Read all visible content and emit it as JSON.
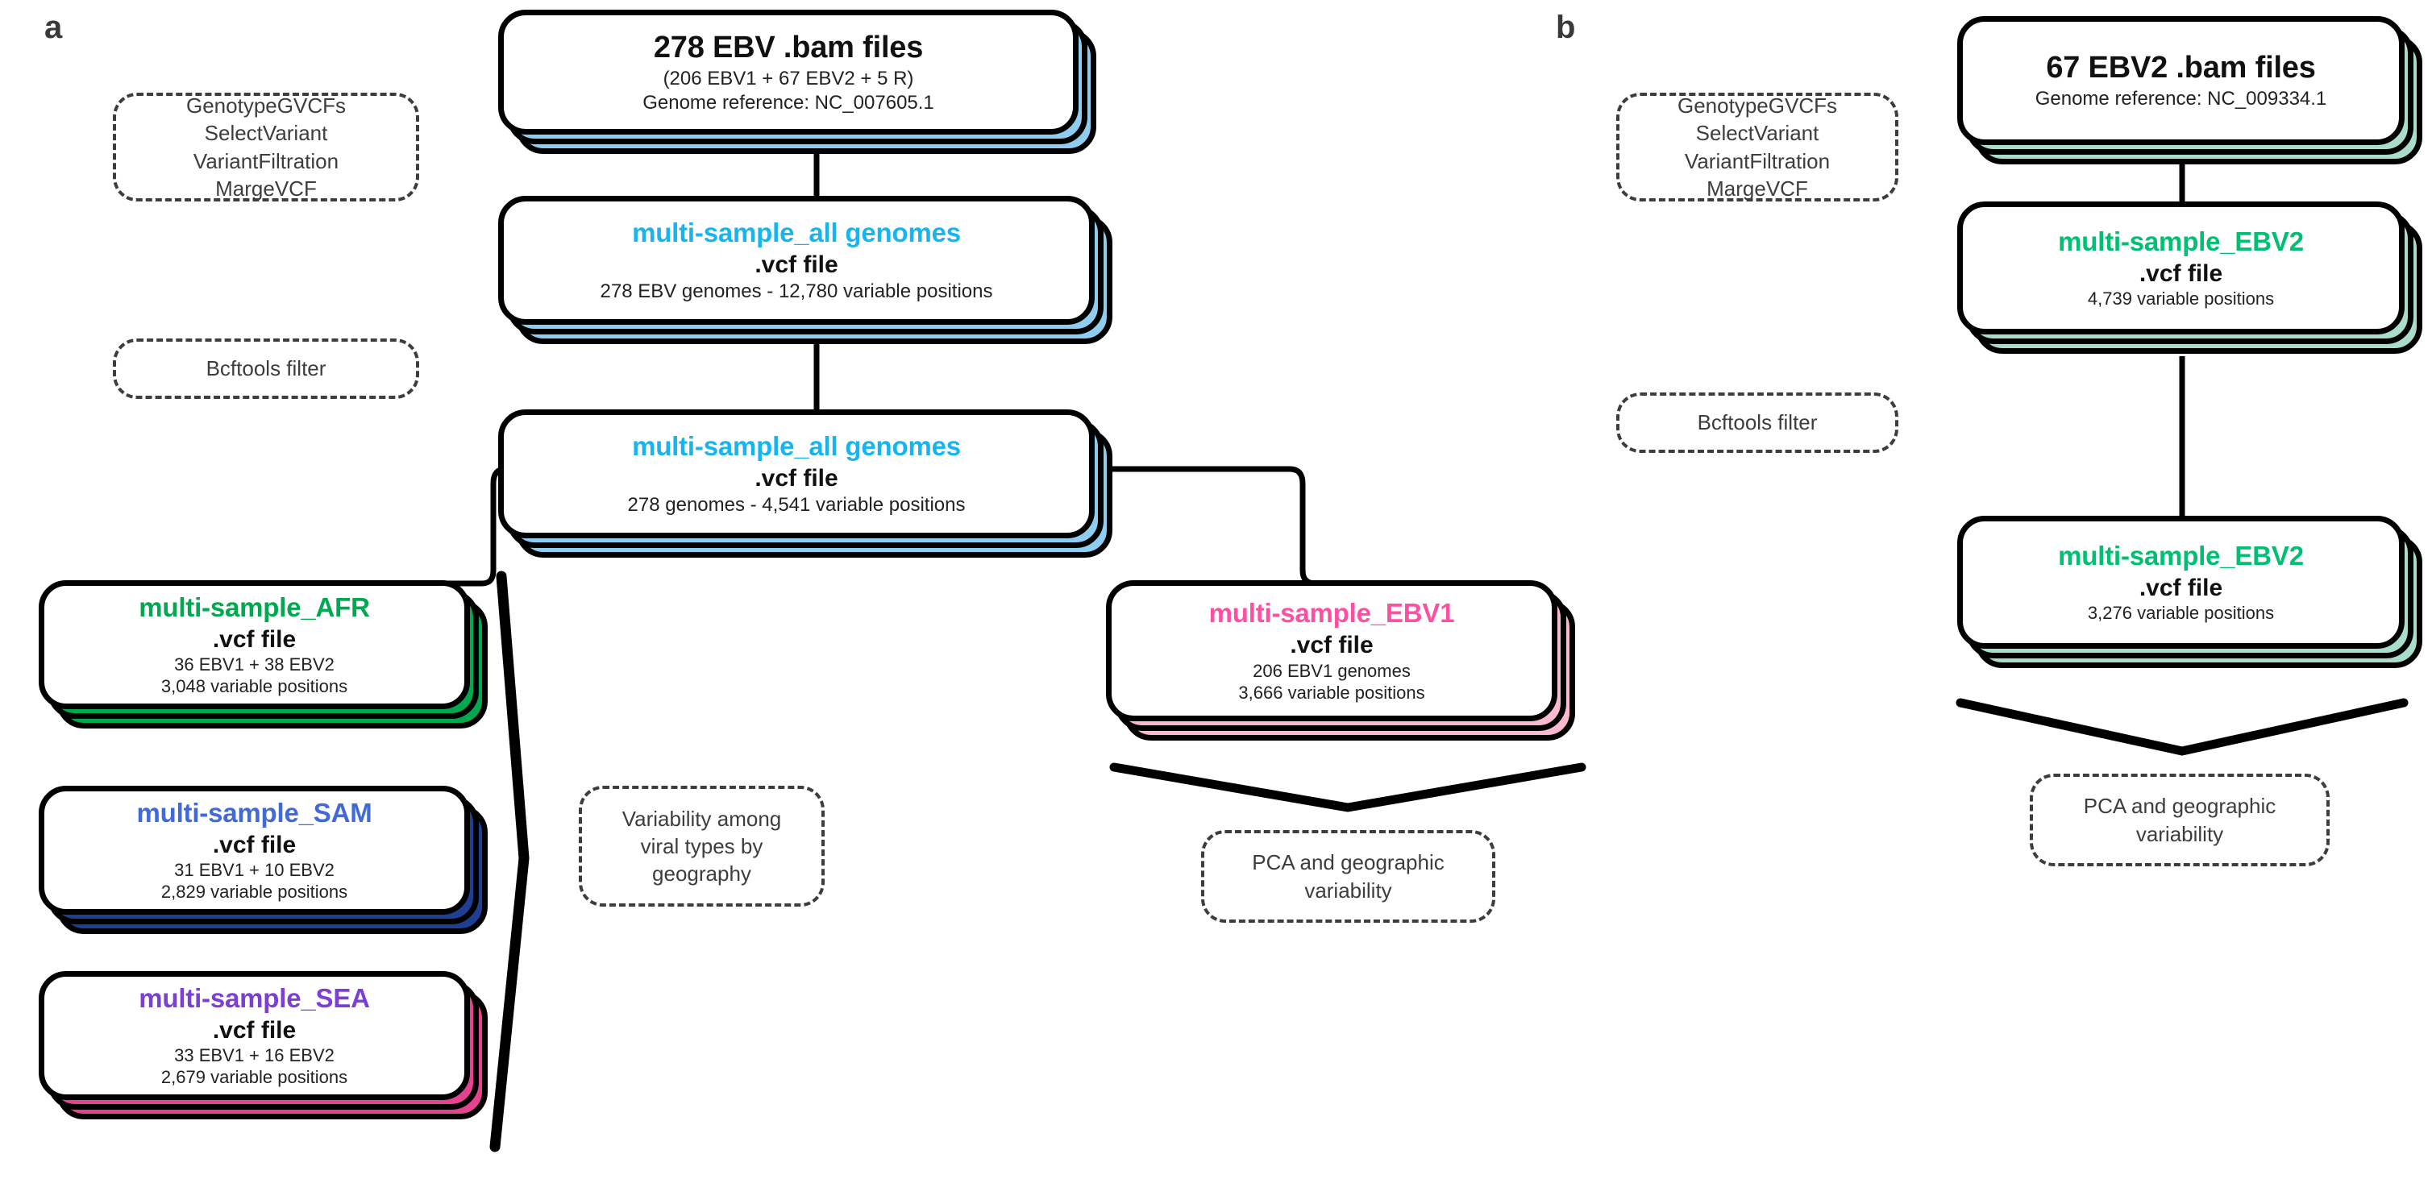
{
  "figure": {
    "type": "flowchart",
    "panels": [
      {
        "letter": "a",
        "process_notes": [
          {
            "name": "gatk-tools-note",
            "lines": [
              "GenotypeGVCFs",
              "SelectVariant",
              "VariantFiltration",
              "MargeVCF"
            ]
          },
          {
            "name": "bcftools-filter-note",
            "lines": [
              "Bcftools filter"
            ]
          }
        ],
        "nodes": [
          {
            "id": "ebv-bam",
            "title": "278 EBV .bam files",
            "lines": [
              "(206 EBV1 + 67 EBV2 + 5 R)",
              "Genome reference: NC_007605.1"
            ],
            "accent": "#8ecdf0",
            "title_color": "#111111"
          },
          {
            "id": "multi-sample-all-1",
            "title": "multi-sample_all genomes",
            "subtitle": ".vcf file",
            "lines": [
              "278 EBV genomes - 12,780 variable positions"
            ],
            "accent": "#8ecdf0",
            "title_color": "#18b4ef"
          },
          {
            "id": "multi-sample-all-2",
            "title": "multi-sample_all genomes",
            "subtitle": ".vcf file",
            "lines": [
              "278 genomes -  4,541 variable positions"
            ],
            "accent": "#8ecdf0",
            "title_color": "#18b4ef"
          },
          {
            "id": "multi-sample-afr",
            "title": "multi-sample_AFR",
            "subtitle": ".vcf file",
            "lines": [
              "36 EBV1 + 38 EBV2",
              "3,048 variable positions"
            ],
            "accent": "#00a850",
            "title_color": "#00a850"
          },
          {
            "id": "multi-sample-sam",
            "title": "multi-sample_SAM",
            "subtitle": ".vcf file",
            "lines": [
              "31 EBV1 + 10 EBV2",
              "2,829 variable positions"
            ],
            "accent": "#1e3f94",
            "title_color": "#4169d8"
          },
          {
            "id": "multi-sample-sea",
            "title": "multi-sample_SEA",
            "subtitle": ".vcf file",
            "lines": [
              "33 EBV1 + 16 EBV2",
              "2,679 variable positions"
            ],
            "accent": "#e4438f",
            "title_color": "#7b3fd4"
          },
          {
            "id": "multi-sample-ebv1",
            "title": "multi-sample_EBV1",
            "subtitle": ".vcf file",
            "lines": [
              "206 EBV1 genomes",
              "3,666 variable positions"
            ],
            "accent": "#fbb8d1",
            "title_color": "#ff4fa0"
          }
        ],
        "outcome_notes": [
          {
            "name": "variability-geography-note",
            "lines": [
              "Variability among",
              "viral types by",
              "geography"
            ]
          },
          {
            "name": "pca-geographic-note-a",
            "lines": [
              "PCA and geographic",
              "variability"
            ]
          }
        ]
      },
      {
        "letter": "b",
        "process_notes": [
          {
            "name": "gatk-tools-note",
            "lines": [
              "GenotypeGVCFs",
              "SelectVariant",
              "VariantFiltration",
              "MargeVCF"
            ]
          },
          {
            "name": "bcftools-filter-note",
            "lines": [
              "Bcftools filter"
            ]
          }
        ],
        "nodes": [
          {
            "id": "ebv2-bam",
            "title": "67 EBV2 .bam files",
            "lines": [
              "Genome reference: NC_009334.1"
            ],
            "accent": "#a9ddc9",
            "title_color": "#111111"
          },
          {
            "id": "multi-sample-ebv2-1",
            "title": "multi-sample_EBV2",
            "subtitle": ".vcf file",
            "lines": [
              "4,739 variable positions"
            ],
            "accent": "#a9ddc9",
            "title_color": "#00bf72"
          },
          {
            "id": "multi-sample-ebv2-2",
            "title": "multi-sample_EBV2",
            "subtitle": ".vcf file",
            "lines": [
              "3,276 variable positions"
            ],
            "accent": "#a9ddc9",
            "title_color": "#00bf72"
          }
        ],
        "outcome_notes": [
          {
            "name": "pca-geographic-note-b",
            "lines": [
              "PCA and geographic",
              "variability"
            ]
          }
        ]
      }
    ]
  }
}
